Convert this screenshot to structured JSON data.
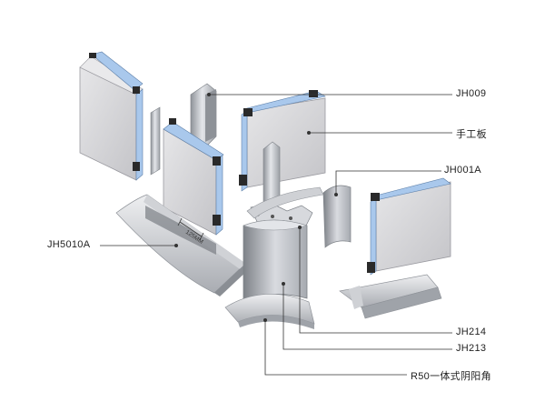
{
  "diagram": {
    "callouts": [
      {
        "id": "jh009",
        "label": "JH009"
      },
      {
        "id": "panel",
        "label": "手工板"
      },
      {
        "id": "jh001a",
        "label": "JH001A"
      },
      {
        "id": "jh5010a",
        "label": "JH5010A"
      },
      {
        "id": "jh214",
        "label": "JH214"
      },
      {
        "id": "jh213",
        "label": "JH213"
      },
      {
        "id": "r50",
        "label": "R50一体式阴阳角"
      }
    ],
    "dimension_label": "125MM",
    "colors": {
      "panel_face": "#d2d2d4",
      "panel_edge": "#9a9aa0",
      "glass_blue": "#a9c8ec",
      "profile_dark": "#2a2a2a",
      "aluminum": "#b9bcc2",
      "leader_line": "#333333"
    }
  }
}
